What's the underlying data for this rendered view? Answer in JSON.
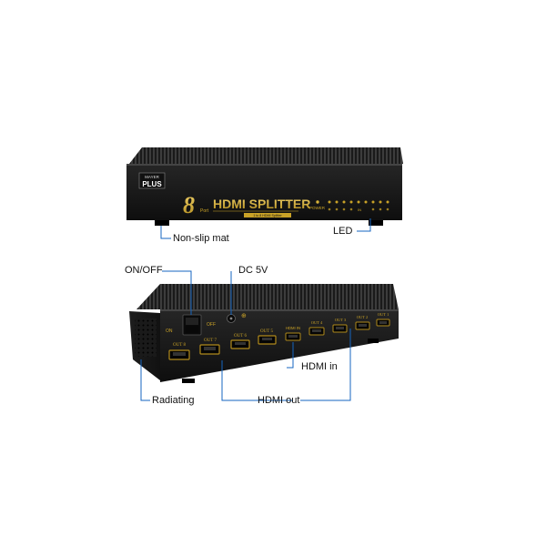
{
  "product": {
    "brand_logo_text": "PLUS",
    "brand_logo_prefix": "MAYER",
    "port_count_numeral": "8",
    "port_count_suffix": "Port",
    "title": "HDMI SPLITTER",
    "subtitle": "1 to 8 HDMI Splitter",
    "power_label": "POWER",
    "input_label": "IN",
    "switch_on_label": "ON",
    "switch_off_label": "OFF",
    "dc_symbol": "⊕",
    "hdmi_in_label": "HDMI IN",
    "out_labels_front": [
      "OUT 8",
      "OUT 7",
      "OUT 6",
      "OUT 5"
    ],
    "out_labels_right": [
      "OUT 4",
      "OUT 3",
      "OUT 2",
      "OUT 1"
    ]
  },
  "callouts": {
    "non_slip_mat": "Non-slip mat",
    "led": "LED",
    "on_off": "ON/OFF",
    "dc_5v": "DC 5V",
    "hdmi_in": "HDMI in",
    "radiating": "Radiating",
    "hdmi_out": "HDMI out"
  },
  "colors": {
    "accent": "#1565c0",
    "gold": "#c9a227",
    "body": "#1c1c1c",
    "body_dark": "#0c0c0c",
    "vent": "#3a3a3a"
  }
}
